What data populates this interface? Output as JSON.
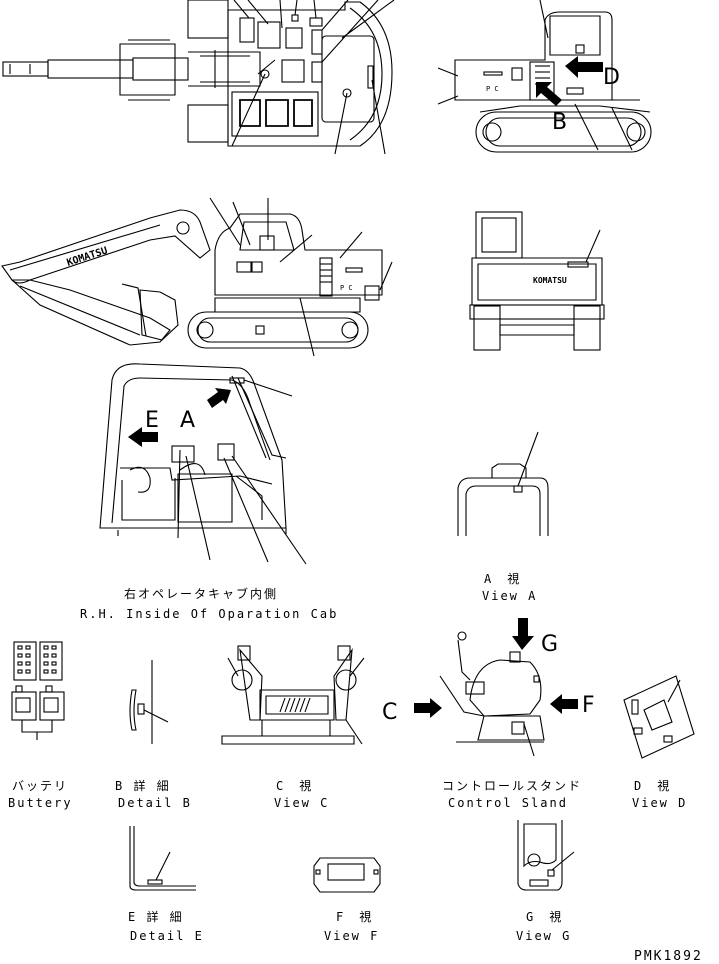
{
  "callouts": {
    "A": "A",
    "B": "B",
    "C": "C",
    "D": "D",
    "E": "E",
    "F": "F",
    "G": "G"
  },
  "cab_view": {
    "jp": "右オペレータキャブ内側",
    "en": "R.H. Inside Of Oparation Cab"
  },
  "view_a": {
    "jp": "A　視",
    "en": "View A"
  },
  "battery": {
    "jp": "バッテリ",
    "en": "Buttery"
  },
  "detail_b": {
    "jp": "B 詳 細",
    "en": "Detail B"
  },
  "view_c": {
    "jp": "C　視",
    "en": "View C"
  },
  "control_stand": {
    "jp": "コントロールスタンド",
    "en": "Control Sland"
  },
  "view_d": {
    "jp": "D　視",
    "en": "View D"
  },
  "detail_e": {
    "jp": "E 詳 細",
    "en": "Detail E"
  },
  "view_f": {
    "jp": "F　視",
    "en": "View F"
  },
  "view_g": {
    "jp": "G　視",
    "en": "View G"
  },
  "brand_text": "KOMATSU",
  "drawing_code": "PMK1892"
}
